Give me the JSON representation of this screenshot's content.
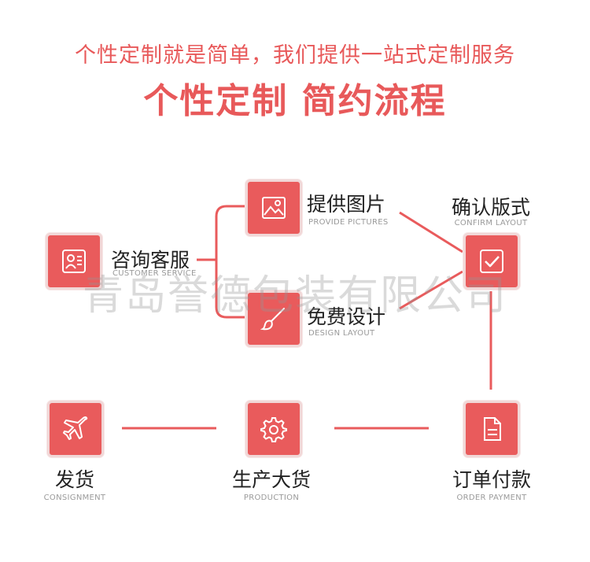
{
  "header": {
    "subtitle": "个性定制就是简单，我们提供一站式定制服务",
    "title": "个性定制 简约流程"
  },
  "steps": {
    "consult": {
      "zh": "咨询客服",
      "en": "CUSTOMER SERVICE",
      "icon": "customer-service-icon"
    },
    "pictures": {
      "zh": "提供图片",
      "en": "PROVIDE PICTURES",
      "icon": "image-icon"
    },
    "design": {
      "zh": "免费设计",
      "en": "DESIGN LAYOUT",
      "icon": "paintbrush-icon"
    },
    "confirm": {
      "zh": "确认版式",
      "en": "CONFIRM LAYOUT",
      "icon": "checkmark-icon"
    },
    "payment": {
      "zh": "订单付款",
      "en": "ORDER PAYMENT",
      "icon": "document-icon"
    },
    "production": {
      "zh": "生产大货",
      "en": "PRODUCTION",
      "icon": "gear-icon"
    },
    "shipping": {
      "zh": "发货",
      "en": "CONSIGNMENT",
      "icon": "airplane-icon"
    }
  },
  "watermark": "青岛誉德包装有限公司",
  "colors": {
    "accent": "#e95b5c",
    "text": "#222222",
    "muted": "#9a9a9a"
  }
}
